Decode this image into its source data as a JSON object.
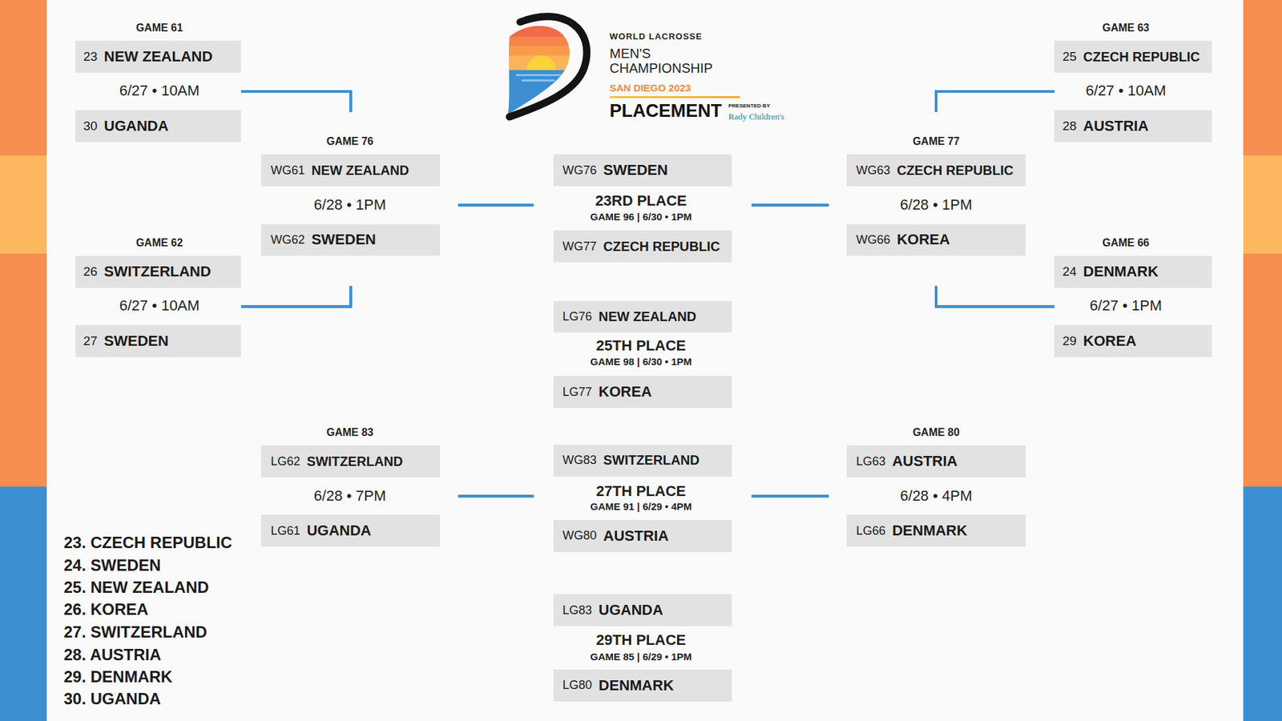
{
  "diagram": {
    "title": "PLACEMENT",
    "nodes": [
      {
        "text": [
          "23",
          "NEW ZEALAND"
        ]
      },
      {
        "text": [
          "30",
          "UGANDA"
        ]
      },
      {
        "text": [
          "26",
          "SWITZERLAND"
        ]
      },
      {
        "text": [
          "27",
          "SWEDEN"
        ]
      },
      {
        "text": [
          "25",
          "CZECH REPUBLIC"
        ]
      },
      {
        "text": [
          "28",
          "AUSTRIA"
        ]
      },
      {
        "text": [
          "24",
          "DENMARK"
        ]
      },
      {
        "text": [
          "29",
          "KOREA"
        ]
      },
      {
        "text": [
          "WG61",
          "NEW ZEALAND"
        ]
      },
      {
        "text": [
          "WG62",
          "SWEDEN"
        ]
      },
      {
        "text": [
          "WG63",
          "CZECH REPUBLIC"
        ]
      },
      {
        "text": [
          "WG66",
          "KOREA"
        ]
      },
      {
        "text": [
          "LG62",
          "SWITZERLAND"
        ]
      },
      {
        "text": [
          "LG61",
          "UGANDA"
        ]
      },
      {
        "text": [
          "LG63",
          "AUSTRIA"
        ]
      },
      {
        "text": [
          "LG66",
          "DENMARK"
        ]
      },
      {
        "text": [
          "WG76",
          "SWEDEN"
        ]
      },
      {
        "text": [
          "WG77",
          "CZECH REPUBLIC"
        ]
      },
      {
        "text": [
          "LG76",
          "NEW ZEALAND"
        ]
      },
      {
        "text": [
          "LG77",
          "KOREA"
        ]
      },
      {
        "text": [
          "WG83",
          "SWITZERLAND"
        ]
      },
      {
        "text": [
          "WG80",
          "AUSTRIA"
        ]
      },
      {
        "text": [
          "LG83",
          "UGANDA"
        ]
      },
      {
        "text": [
          "LG80",
          "DENMARK"
        ]
      }
    ],
    "edges": [
      {
        "from": 0,
        "to": 8,
        "arrow": "none"
      },
      {
        "from": 1,
        "to": 8,
        "arrow": "none"
      },
      {
        "from": 2,
        "to": 9,
        "arrow": "none"
      },
      {
        "from": 3,
        "to": 9,
        "arrow": "none"
      },
      {
        "from": 4,
        "to": 10,
        "arrow": "none"
      },
      {
        "from": 5,
        "to": 10,
        "arrow": "none"
      },
      {
        "from": 6,
        "to": 11,
        "arrow": "none"
      },
      {
        "from": 7,
        "to": 11,
        "arrow": "none"
      },
      {
        "from": 8,
        "to": 16,
        "arrow": "none"
      },
      {
        "from": 9,
        "to": 16,
        "arrow": "none"
      },
      {
        "from": 10,
        "to": 17,
        "arrow": "none"
      },
      {
        "from": 11,
        "to": 17,
        "arrow": "none"
      },
      {
        "from": 12,
        "to": 20,
        "arrow": "none"
      },
      {
        "from": 13,
        "to": 20,
        "arrow": "none"
      },
      {
        "from": 14,
        "to": 21,
        "arrow": "none"
      },
      {
        "from": 15,
        "to": 21,
        "arrow": "none"
      }
    ],
    "labels": [
      "WORLD LACROSSE",
      "MEN'S CHAMPIONSHIP",
      "SAN DIEGO 2023",
      "PRESENTED BY",
      "Rady Children's",
      "GAME 61",
      "6/27 • 10AM",
      "GAME 62",
      "6/27 • 10AM",
      "GAME 63",
      "6/27 • 10AM",
      "GAME 66",
      "6/27 • 1PM",
      "GAME 76",
      "6/28 • 1PM",
      "GAME 77",
      "6/28 • 1PM",
      "GAME 83",
      "6/28 • 7PM",
      "GAME 80",
      "6/28 • 4PM",
      "23RD PLACE",
      "GAME 96 | 6/30 • 1PM",
      "25TH PLACE",
      "GAME 98 | 6/30 • 1PM",
      "27TH PLACE",
      "GAME 91 | 6/29 • 4PM",
      "29TH PLACE",
      "GAME 85 | 6/29 • 1PM",
      "23. CZECH REPUBLIC",
      "24. SWEDEN",
      "25. NEW ZEALAND",
      "26. KOREA",
      "27. SWITZERLAND",
      "28. AUSTRIA",
      "29. DENMARK",
      "30. UGANDA"
    ]
  }
}
